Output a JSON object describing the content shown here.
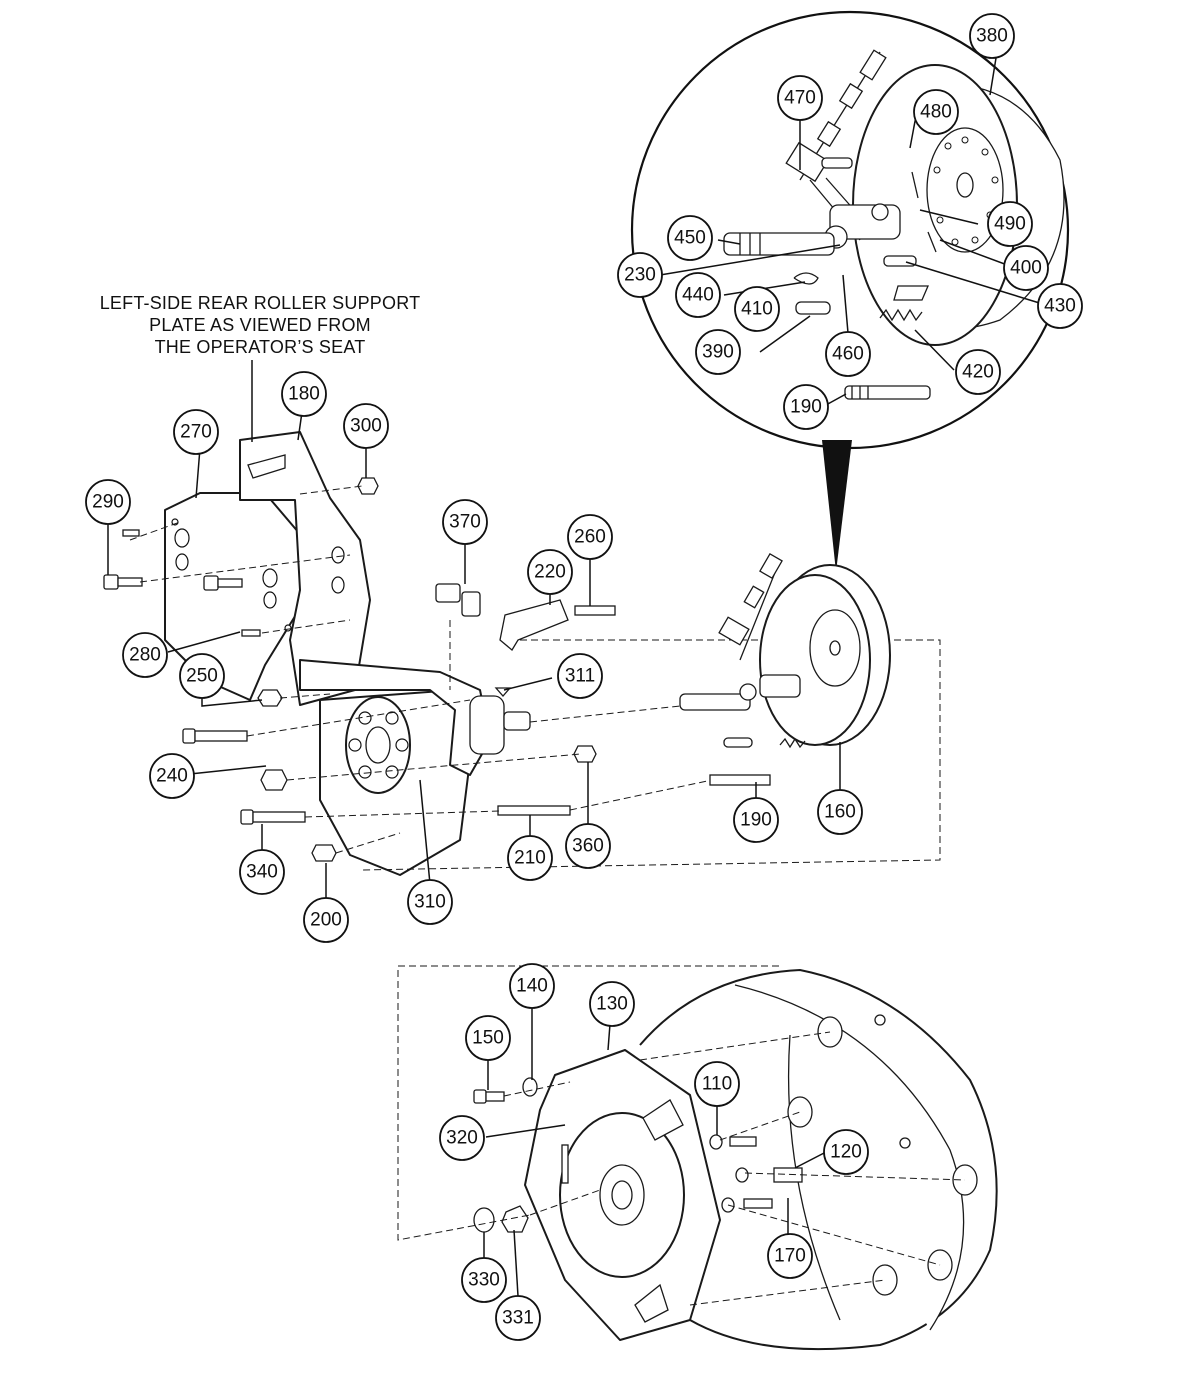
{
  "caption": {
    "line1": "LEFT-SIDE REAR ROLLER SUPPORT",
    "line2": "PLATE AS VIEWED FROM",
    "line3": "THE OPERATOR’S SEAT"
  },
  "callouts": {
    "c380": "380",
    "c470": "470",
    "c480": "480",
    "c490": "490",
    "c450": "450",
    "c230": "230",
    "c440": "440",
    "c410": "410",
    "c400": "400",
    "c430": "430",
    "c390": "390",
    "c460": "460",
    "c420": "420",
    "c190a": "190",
    "c180": "180",
    "c270": "270",
    "c300": "300",
    "c290": "290",
    "c370": "370",
    "c260": "260",
    "c220": "220",
    "c280": "280",
    "c311": "311",
    "c250": "250",
    "c240": "240",
    "c340": "340",
    "c200": "200",
    "c310": "310",
    "c210": "210",
    "c360": "360",
    "c190b": "190",
    "c160": "160",
    "c140": "140",
    "c130": "130",
    "c150": "150",
    "c110": "110",
    "c320": "320",
    "c120": "120",
    "c170": "170",
    "c330": "330",
    "c331": "331"
  }
}
